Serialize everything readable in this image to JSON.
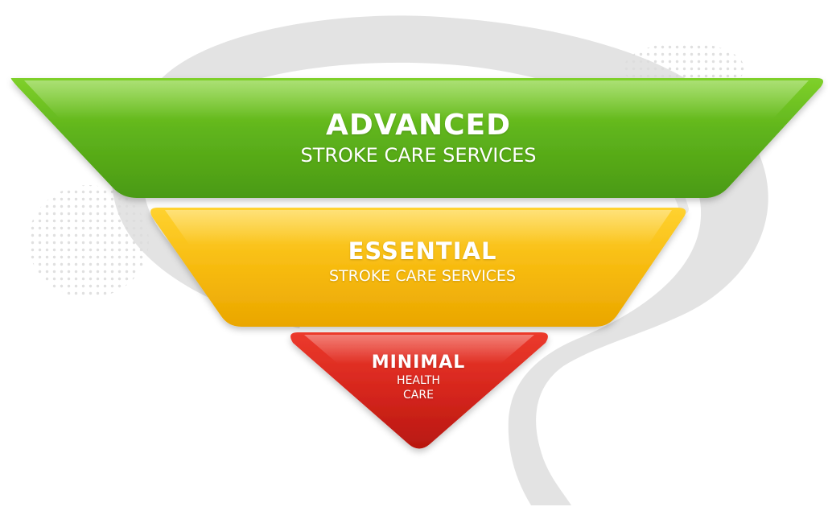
{
  "colors": {
    "advanced": "#62b41d",
    "essential": "#f5b80f",
    "minimal": "#d6261d",
    "brain_outline": "#e2e2e2"
  },
  "tiers": [
    {
      "id": "advanced",
      "title": "ADVANCED",
      "subtitle": "STROKE CARE SERVICES"
    },
    {
      "id": "essential",
      "title": "ESSENTIAL",
      "subtitle": "STROKE CARE SERVICES"
    },
    {
      "id": "minimal",
      "title": "MINIMAL",
      "subtitle_line1": "HEALTH",
      "subtitle_line2": "CARE"
    }
  ]
}
